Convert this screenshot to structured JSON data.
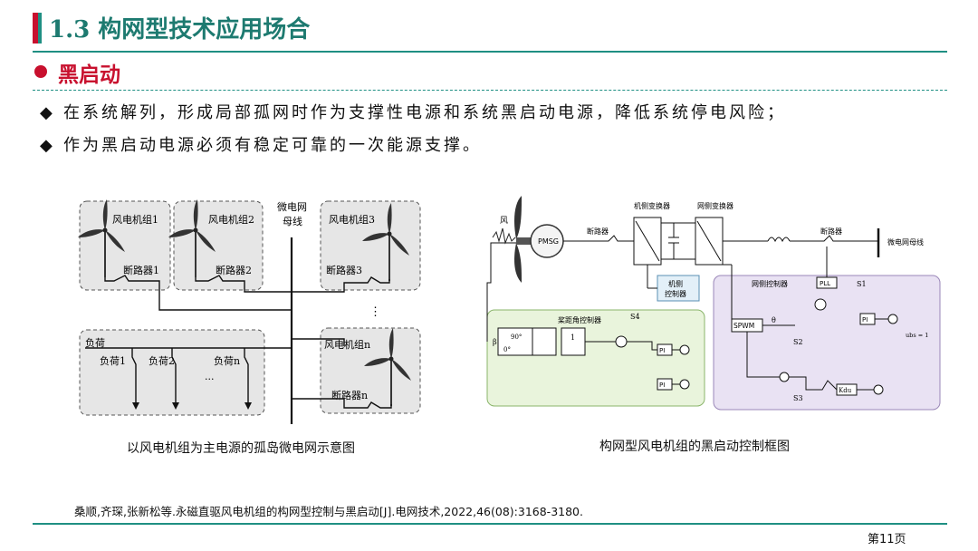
{
  "header": {
    "title": "1.3 构网型技术应用场合"
  },
  "section": {
    "subtitle": "黑启动"
  },
  "bullets": [
    {
      "marker": "◆",
      "text": "在系统解列，形成局部孤网时作为支撑性电源和系统黑启动电源，降低系统停电风险；"
    },
    {
      "marker": "◆",
      "text": "作为黑启动电源必须有稳定可靠的一次能源支撑。"
    }
  ],
  "left_diagram": {
    "caption": "以风电机组为主电源的孤岛微电网示意图",
    "bus_label_1": "微电网",
    "bus_label_2": "母线",
    "ellipsis": "⋮",
    "wind_units": [
      {
        "label": "风电机组1",
        "breaker": "断路器1"
      },
      {
        "label": "风电机组2",
        "breaker": "断路器2"
      },
      {
        "label": "风电机组3",
        "breaker": "断路器3"
      },
      {
        "label": "风电机组n",
        "breaker": "断路器n"
      }
    ],
    "load_group": {
      "label": "负荷",
      "loads": [
        "负荷1",
        "负荷2",
        "负荷n"
      ],
      "dots": "···"
    }
  },
  "right_diagram": {
    "caption": "构网型风电机组的黑启动控制框图",
    "labels": {
      "wind": "风",
      "pmsg": "PMSG",
      "breaker": "断路器",
      "breaker2": "断路器",
      "machine_converter": "机侧变换器",
      "grid_converter": "网侧变换器",
      "grid_bus": "微电网母线",
      "machine_control_1": "机侧",
      "machine_control_2": "控制器",
      "pitch_controller": "桨距角控制器",
      "grid_controller": "网侧控制器",
      "pll": "PLL",
      "spwm": "SPWM",
      "pi": "PI",
      "s1": "S1",
      "s2": "S2",
      "s3": "S3",
      "s4": "S4",
      "kdu": "Kdu",
      "deg90": "90°",
      "deg0": "0°",
      "beta": "β",
      "theta": "θ",
      "one": "1",
      "ubs1": "ubs = 1"
    }
  },
  "reference": "桑顺,齐琛,张新松等.永磁直驱风电机组的构网型控制与黑启动[J].电网技术,2022,46(08):3168-3180.",
  "page_number": "第11页",
  "colors": {
    "accent_red": "#c8102e",
    "accent_teal": "#1f8f83",
    "pitch_box": "#e9f4dc",
    "grid_box": "#e9e2f3"
  }
}
